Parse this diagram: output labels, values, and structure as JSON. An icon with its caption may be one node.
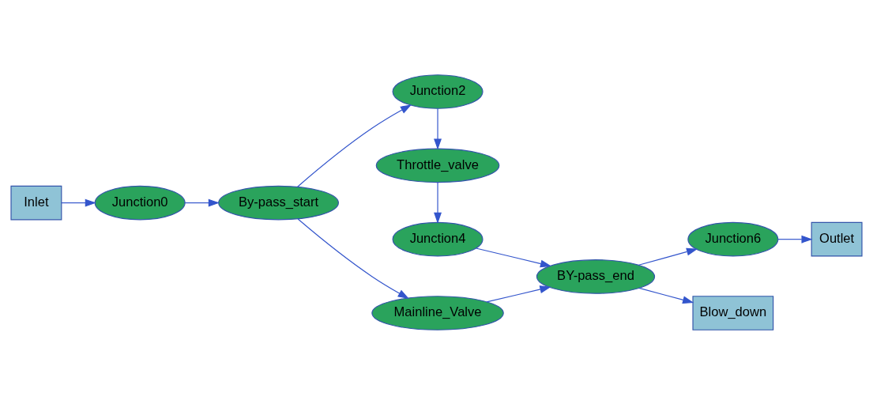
{
  "diagram": {
    "nodes": [
      {
        "text": [
          "Junction2"
        ]
      },
      {
        "text": [
          "Throttle_valve"
        ]
      },
      {
        "text": [
          "Junction4"
        ]
      },
      {
        "text": [
          "Inlet"
        ]
      },
      {
        "text": [
          "Junction0"
        ]
      },
      {
        "text": [
          "By-pass_start"
        ]
      },
      {
        "text": [
          "Mainline_Valve"
        ]
      },
      {
        "text": [
          "BY-pass_end"
        ]
      },
      {
        "text": [
          "Junction6"
        ]
      },
      {
        "text": [
          "Outlet"
        ]
      },
      {
        "text": [
          "Blow_down"
        ]
      }
    ],
    "edges": [
      {
        "from": 3,
        "to": 4,
        "arrow": "to"
      },
      {
        "from": 4,
        "to": 5,
        "arrow": "to"
      },
      {
        "from": 5,
        "to": 6,
        "arrow": "to"
      },
      {
        "from": 6,
        "to": 7,
        "arrow": "to"
      },
      {
        "from": 7,
        "to": 8,
        "arrow": "to"
      },
      {
        "from": 8,
        "to": 9,
        "arrow": "to"
      },
      {
        "from": 5,
        "to": 0,
        "arrow": "to"
      },
      {
        "from": 0,
        "to": 1,
        "arrow": "to"
      },
      {
        "from": 1,
        "to": 2,
        "arrow": "to"
      },
      {
        "from": 2,
        "to": 7,
        "arrow": "to"
      },
      {
        "from": 7,
        "to": 10,
        "arrow": "to"
      }
    ]
  }
}
